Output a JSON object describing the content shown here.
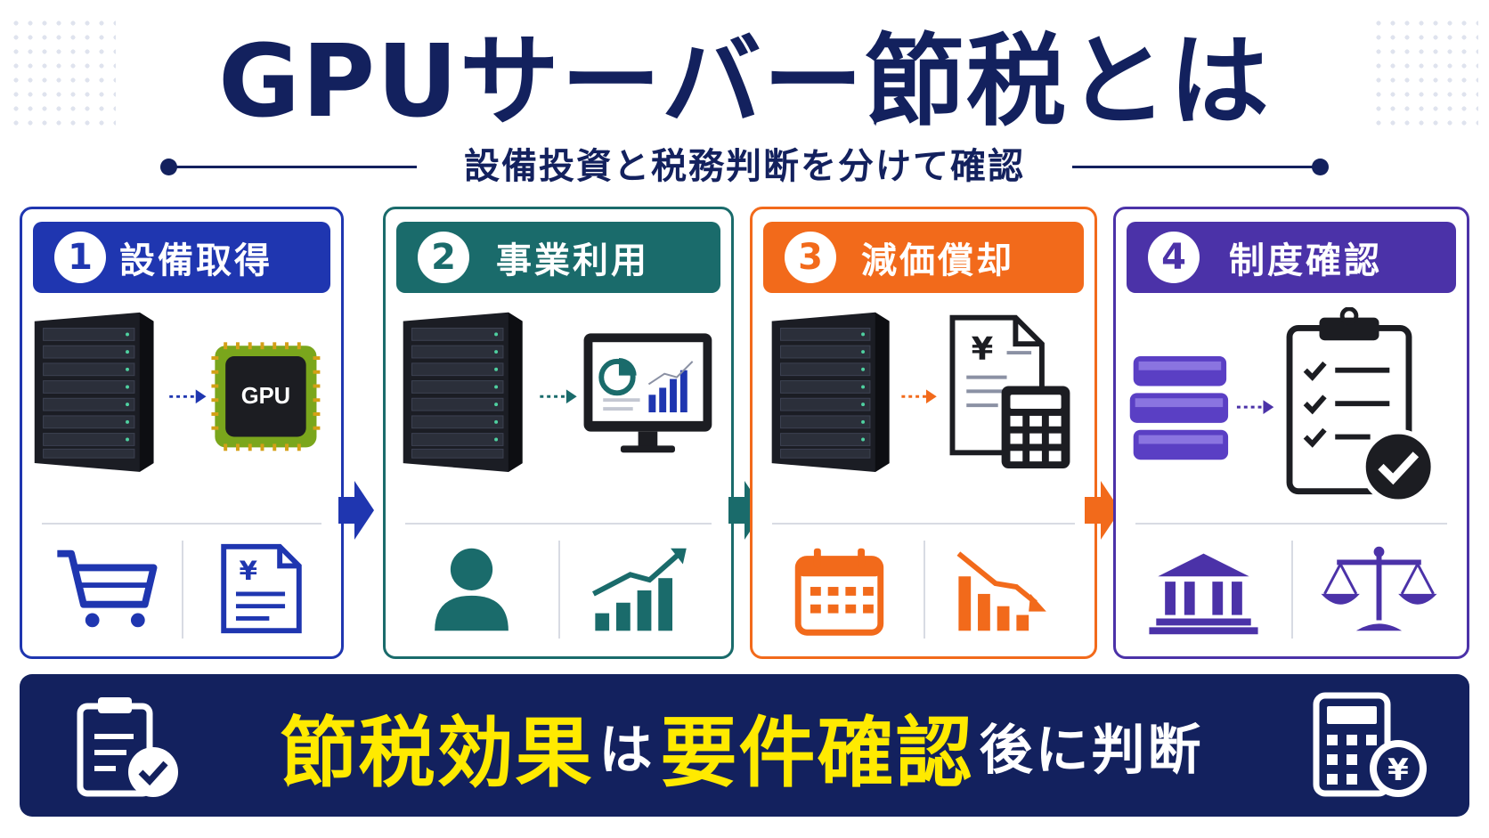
{
  "title": "GPUサーバー節税とは",
  "subtitle": "設備投資と税務判断を分けて確認",
  "steps": [
    {
      "number": "1",
      "label": "設備取得",
      "color": "#1f36b0",
      "illus_text": "GPU",
      "icons": [
        "server-rack-icon",
        "gpu-chip-icon",
        "shopping-cart-icon",
        "yen-invoice-icon"
      ]
    },
    {
      "number": "2",
      "label": "事業利用",
      "color": "#1a6b6b",
      "icons": [
        "server-rack-icon",
        "monitor-chart-icon",
        "user-icon",
        "growth-bar-chart-icon"
      ]
    },
    {
      "number": "3",
      "label": "減価償却",
      "color": "#f26a1b",
      "illus_text": "¥",
      "icons": [
        "server-rack-icon",
        "yen-document-calculator-icon",
        "calendar-icon",
        "decline-bar-chart-icon"
      ]
    },
    {
      "number": "4",
      "label": "制度確認",
      "color": "#4b32a8",
      "icons": [
        "books-icon",
        "checklist-clipboard-icon",
        "institution-building-icon",
        "balance-scale-icon"
      ]
    }
  ],
  "banner": {
    "part1": "節税効果",
    "part2": "は",
    "part3": "要件確認",
    "part4": "後に判断",
    "text_color": "#ffea00",
    "bg_color": "#13215e",
    "icons": [
      "clipboard-check-icon",
      "calculator-yen-icon"
    ],
    "yen_symbol": "¥"
  }
}
